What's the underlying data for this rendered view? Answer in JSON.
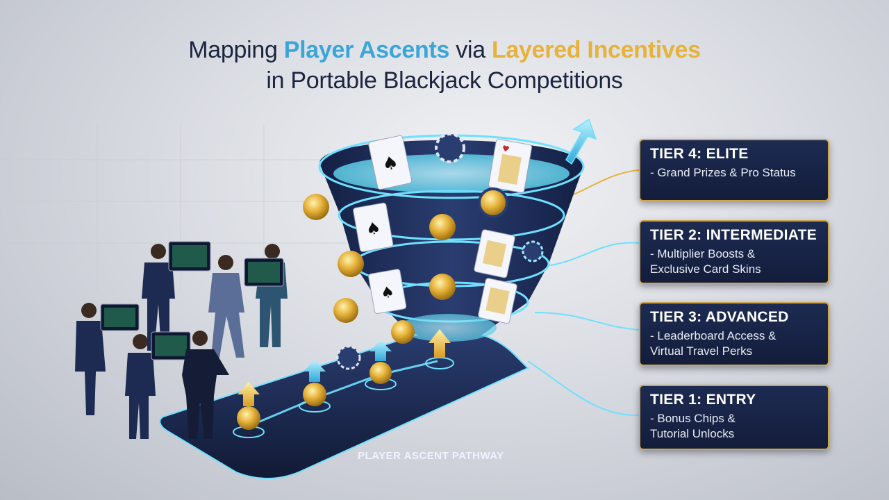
{
  "title": {
    "part1": "Mapping ",
    "highlight1": "Player Ascents",
    "part2": " via ",
    "highlight2": "Layered Incentives",
    "line2": "in Portable Blackjack Competitions"
  },
  "tiers": [
    {
      "title": "TIER 4: ELITE",
      "desc": "- Grand Prizes & Pro Status"
    },
    {
      "title": "TIER 2: INTERMEDIATE",
      "desc": "- Multiplier Boosts &\n  Exclusive Card Skins"
    },
    {
      "title": "TIER 3: ADVANCED",
      "desc": "- Leaderboard Access &\n  Virtual Travel Perks"
    },
    {
      "title": "TIER 1: ENTRY",
      "desc": "- Bonus Chips &\n  Tutorial Unlocks"
    }
  ],
  "pathway_label": "PLAYER ASCENT PATHWAY",
  "colors": {
    "navy": "#1b2540",
    "accent_blue": "#3aa6d8",
    "accent_gold": "#e6b23a",
    "glow": "#6fe0ff"
  },
  "icons": [
    "funnel-icon",
    "chip-icon",
    "playing-card-icon",
    "up-arrow-icon",
    "tablet-icon",
    "person-icon"
  ]
}
